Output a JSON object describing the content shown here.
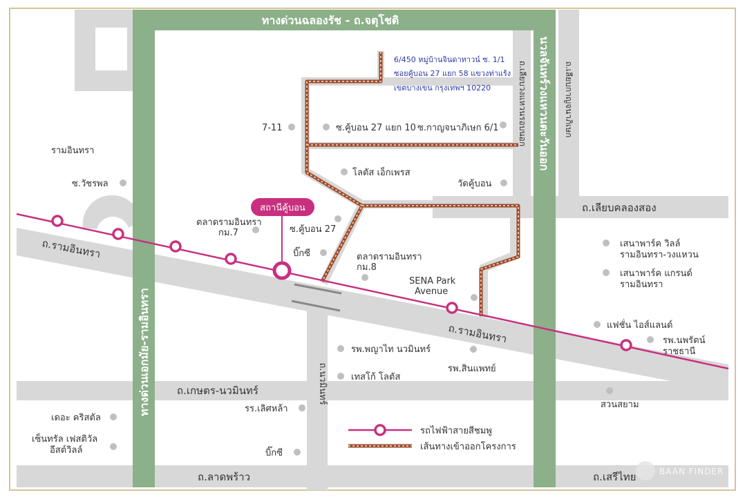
{
  "map": {
    "highways": {
      "top": "ทางด่วนฉลองรัช - ถ.จตุโชติ",
      "left": "ทางด่วนเอกมัย-รามอินทรา",
      "right": "นวลจันทร์วงแหวนตะวันออก"
    },
    "roads": {
      "ramintra_left": "ถ.รามอินทรา",
      "ramintra_right": "ถ.รามอินทรา",
      "kaset_nawamin": "ถ.เกษตร-นวมินทร์",
      "lat_phrao": "ถ.ลาดพร้าว",
      "liap_khlong_song": "ถ.เลียบคลองสอง",
      "nawamin": "ถ.นวมินทร์",
      "liap_wongwaen": "ถ.เลียบวงแหวนรอบนอก",
      "liap_khlong_far": "ถ.เลียบกาญจนาภิเษก",
      "seri_thai": "ถ.เสรีไทย"
    },
    "station": {
      "label": "สถานีคู้บอน",
      "color": "#c8307f"
    },
    "address": [
      "6/450 หมู่บ้านจินดาทาวน์ ซ. 1/1",
      "ซอยคู้บอน 27 แยก 58 แขวงท่าแร้ง",
      "เขตบางเขน กรุงเทพฯ 10220"
    ],
    "pois": {
      "seven_eleven": "7-11",
      "khubon27_10": "ซ.คู้บอน 27 แยก 10",
      "kanchana_6_1": "ซ.กาญจนาภิเษก 6/1",
      "lotus_express": "โลตัส เอ็กเพรส",
      "wat_khubon": "วัดคู้บอน",
      "ram_inthra": "รามอินทรา",
      "soi_watcharaphon": "ซ.วัชรพล",
      "market_km7_l1": "ตลาดรามอินทรา",
      "market_km7_l2": "กม.7",
      "soi_khubon27": "ซ.คู้บอน 27",
      "bigc_1": "บิ๊กซี",
      "market_km8_l1": "ตลาดรามอินทรา",
      "market_km8_l2": "กม.8",
      "sena_l1": "SENA Park",
      "sena_l2": "Avenue",
      "sena_villa_l1": "เสนาพาร์ค วิลล์",
      "sena_villa_l2": "รามอินทรา-วงแหวน",
      "sena_grand_l1": "เสนาพาร์ค แกรนด์",
      "sena_grand_l2": "รามอินทรา",
      "fashion_island": "แฟชั่น ไอส์แลนด์",
      "nopparat_l1": "รพ.นพรัตน์",
      "nopparat_l2": "ราชธานี",
      "phyathai": "รพ.พญาไท นวมินทร์",
      "tesco_lotus": "เทสโก้ โลตัส",
      "sinphaet": "รพ.สินแพทย์",
      "sert_la": "รร.เลิศหล้า",
      "the_crystal": "เดอะ คริสตัล",
      "central_l1": "เซ็นทรัล เฟสติวัล",
      "central_l2": "อีสต์วิลล์",
      "bigc_2": "บิ๊กซี",
      "suan_siam": "สวนสยาม"
    },
    "legend": {
      "pink_line": "รถไฟฟ้าสายสีชมพู",
      "access_route": "เส้นทางเข้าออกโครงการ"
    },
    "watermark": "BAAN FINDER",
    "colors": {
      "pink": "#c8307f",
      "green": "#8cb08a",
      "road": "#d8d8d8",
      "route": "#c9714f",
      "address": "#2b3aa8"
    }
  }
}
